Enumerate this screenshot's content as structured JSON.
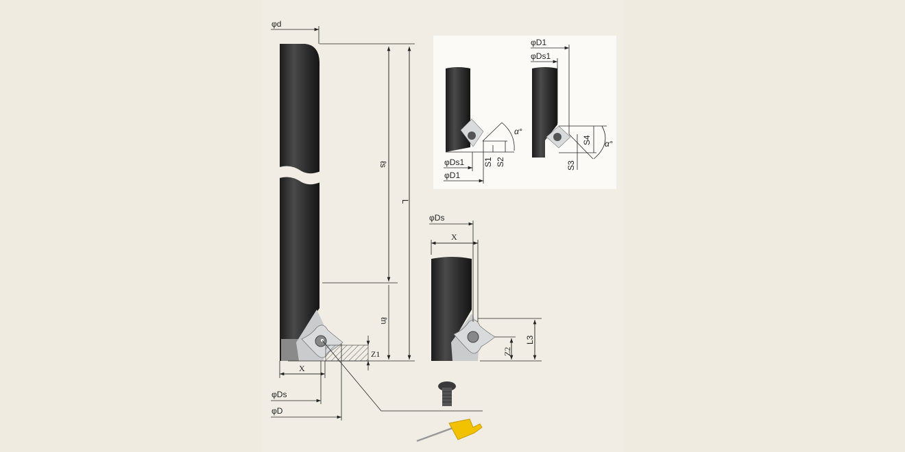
{
  "main_view": {
    "shank_dia": "φd",
    "shank_length": "ℓs",
    "overall_length": "L",
    "neck_length": "ℓn",
    "depth_z1": "Z1",
    "offset_x": "X",
    "neck_dia": "φDs",
    "cutting_dia": "φD"
  },
  "inset_view": {
    "left": {
      "dia_ds1": "φDs1",
      "dia_d1": "φD1",
      "s1": "S1",
      "s2": "S2",
      "angle": "α°"
    },
    "right": {
      "dia_d1": "φD1",
      "dia_ds1": "φDs1",
      "s3": "S3",
      "s4": "S4",
      "angle": "α°"
    }
  },
  "side_view": {
    "neck_dia": "φDs",
    "offset_x": "X",
    "depth_z2": "Z2",
    "length_l3": "L3"
  },
  "colors": {
    "background": "#efebe1",
    "tool_body": "#3a3a3a",
    "insert": "#d8dadc",
    "wrench": "#f2c200"
  }
}
